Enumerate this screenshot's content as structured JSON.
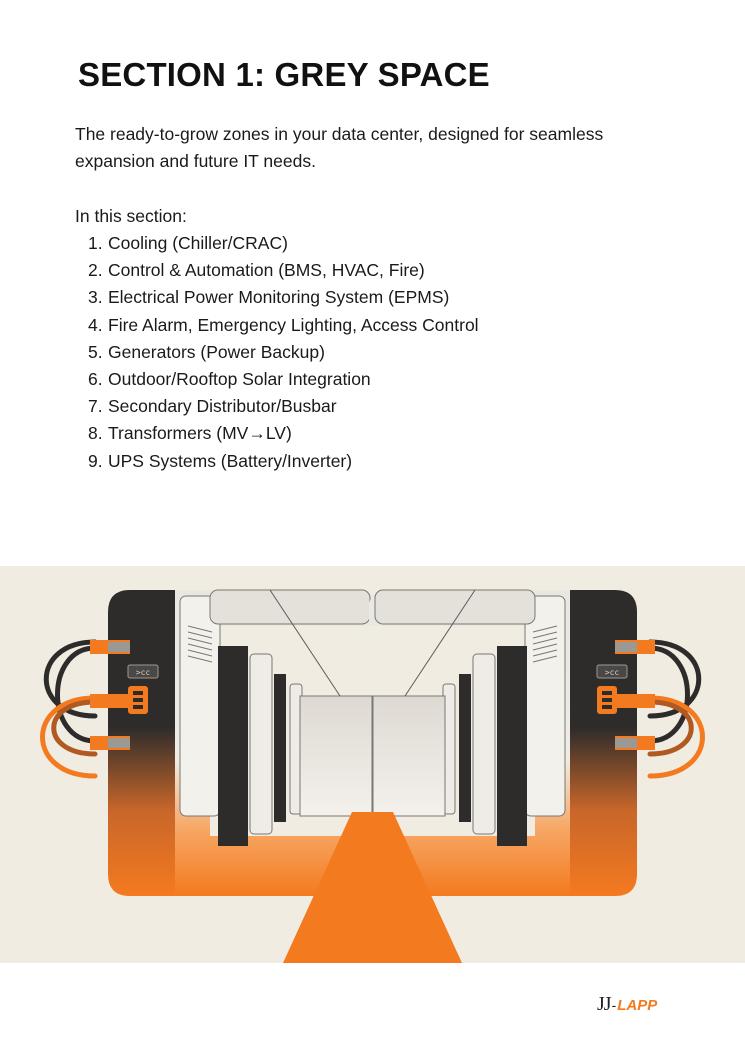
{
  "section": {
    "title": "SECTION 1: GREY SPACE",
    "intro": "The ready-to-grow zones in your data center, designed for seamless expansion and future IT needs.",
    "lead": "In this section:",
    "items": [
      {
        "num": "1.",
        "label": "Cooling (Chiller/CRAC)"
      },
      {
        "num": "2.",
        "label": "Control & Automation (BMS, HVAC, Fire)"
      },
      {
        "num": "3.",
        "label": "Electrical Power Monitoring System (EPMS)"
      },
      {
        "num": "4.",
        "label": "Fire Alarm, Emergency Lighting, Access Control"
      },
      {
        "num": "5.",
        "label": "Generators (Power Backup)"
      },
      {
        "num": "6.",
        "label": "Outdoor/Rooftop Solar Integration"
      },
      {
        "num": "7.",
        "label": "Secondary Distributor/Busbar"
      },
      {
        "num": "8.",
        "label": "Transformers (MV→LV)"
      },
      {
        "num": "9.",
        "label": "UPS Systems (Battery/Inverter)"
      }
    ]
  },
  "illustration": {
    "panel_label_left": ">cc",
    "panel_label_right": ">cc",
    "colors": {
      "orange": "#f47a1f",
      "dark": "#2e2c2b",
      "background": "#f1ece2",
      "light": "#e6e4df"
    }
  },
  "brand": {
    "jj": "JJ",
    "dash": "-",
    "lapp": "LAPP"
  }
}
